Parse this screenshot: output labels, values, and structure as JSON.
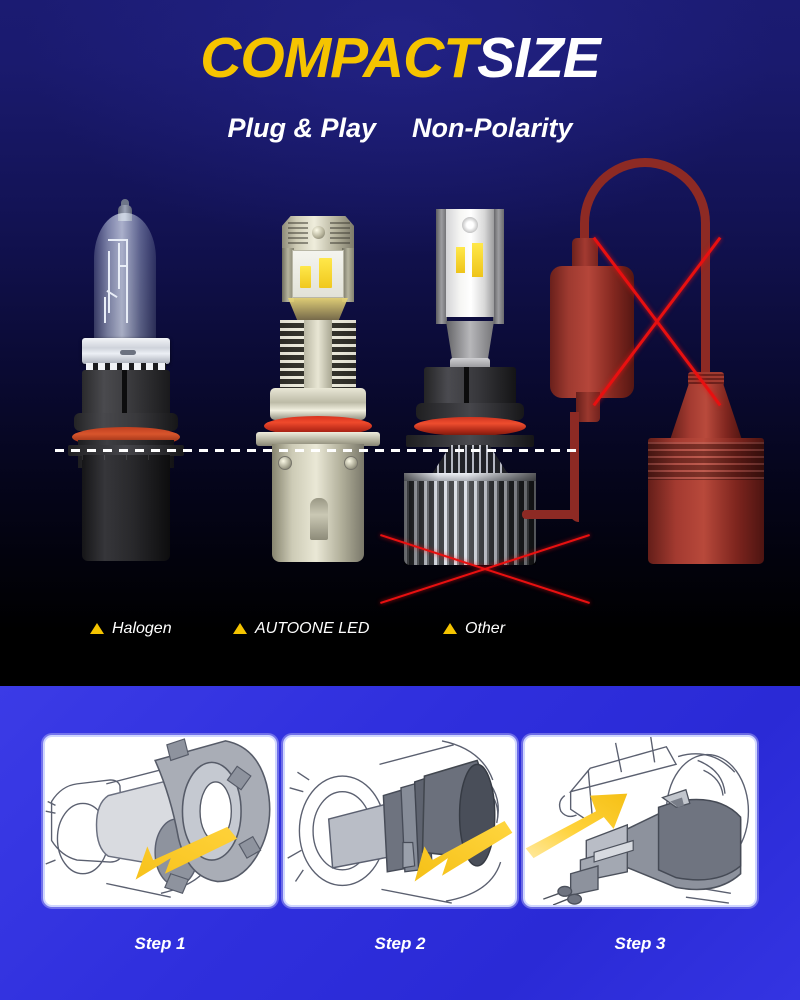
{
  "hero": {
    "headline_part1": "COMPACT",
    "headline_part2": "SIZE",
    "headline_color_1": "#F5C400",
    "headline_color_2": "#FFFFFF",
    "subtitle_left": "Plug & Play",
    "subtitle_right": "Non-Polarity",
    "background_top_color": "#1B1B72",
    "background_bottom_color": "#000000"
  },
  "comparison": {
    "alignment_line_style": "dashed-white",
    "legend": [
      {
        "label": "Halogen",
        "marker": "triangle-up-icon",
        "marker_color": "#F5C400"
      },
      {
        "label": "AUTOONE LED",
        "marker": "triangle-up-icon",
        "marker_color": "#F5C400"
      },
      {
        "label": "Other",
        "marker": "triangle-up-icon",
        "marker_color": "#F5C400"
      }
    ],
    "rejected_marker_color": "#E81010"
  },
  "steps_section": {
    "background_color": "#2F2FDD",
    "cards": [
      {
        "label": "Step 1",
        "illustration": "remove-dust-cover-icon",
        "arrow_color": "#F5C400",
        "arrow_direction": "down-left"
      },
      {
        "label": "Step 2",
        "illustration": "remove-halogen-bulb-icon",
        "arrow_color": "#F5C400",
        "arrow_direction": "down-left"
      },
      {
        "label": "Step 3",
        "illustration": "connect-plug-icon",
        "arrow_color": "#F5C400",
        "arrow_direction": "up-right"
      }
    ]
  }
}
